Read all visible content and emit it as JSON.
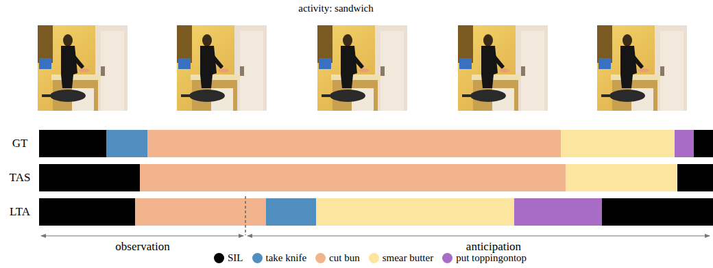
{
  "diagram": {
    "title": "activity: sandwich",
    "labels": [
      "GT",
      "TAS",
      "LTA",
      "observation",
      "anticipation"
    ],
    "legend": [
      {
        "text": "SIL",
        "color": "#000000"
      },
      {
        "text": "take knife",
        "color": "#4f8ebe"
      },
      {
        "text": "cut bun",
        "color": "#f2b48d"
      },
      {
        "text": "smear butter",
        "color": "#fce59f"
      },
      {
        "text": "put toppingontop",
        "color": "#a86cc6"
      }
    ]
  }
}
